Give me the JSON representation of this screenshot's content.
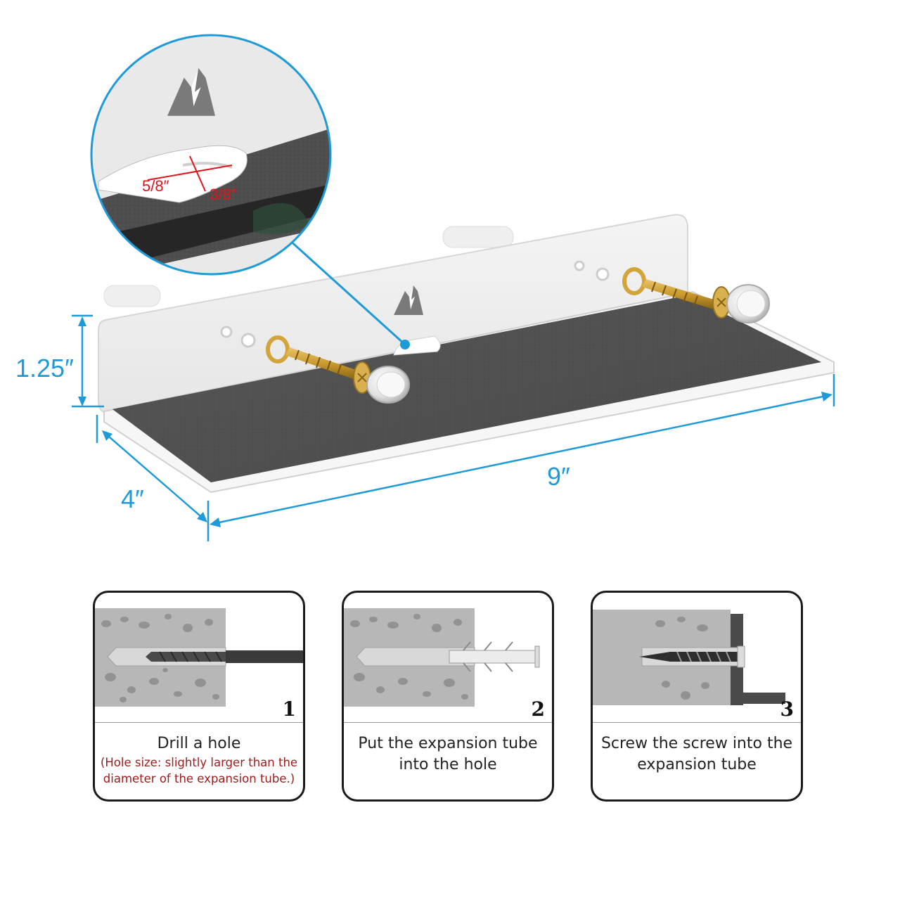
{
  "dimensions": {
    "height": "1.25″",
    "depth": "4″",
    "width": "9″",
    "slot_width": "5/8″",
    "slot_height": "3/8″"
  },
  "steps": [
    {
      "number": "1",
      "title": "Drill a hole",
      "note": "(Hole size: slightly larger than the diameter of the expansion tube.)"
    },
    {
      "number": "2",
      "title": "Put the expansion tube into the hole",
      "note": ""
    },
    {
      "number": "3",
      "title": "Screw the screw into the expansion tube",
      "note": ""
    }
  ],
  "colors": {
    "dimension": "#1f9ad8",
    "zoom_dimension": "#e0141c",
    "note": "#9b1b1b"
  },
  "icons": [
    "mountain-logo-icon",
    "hook-screw-icon",
    "wall-anchor-cap-icon"
  ]
}
